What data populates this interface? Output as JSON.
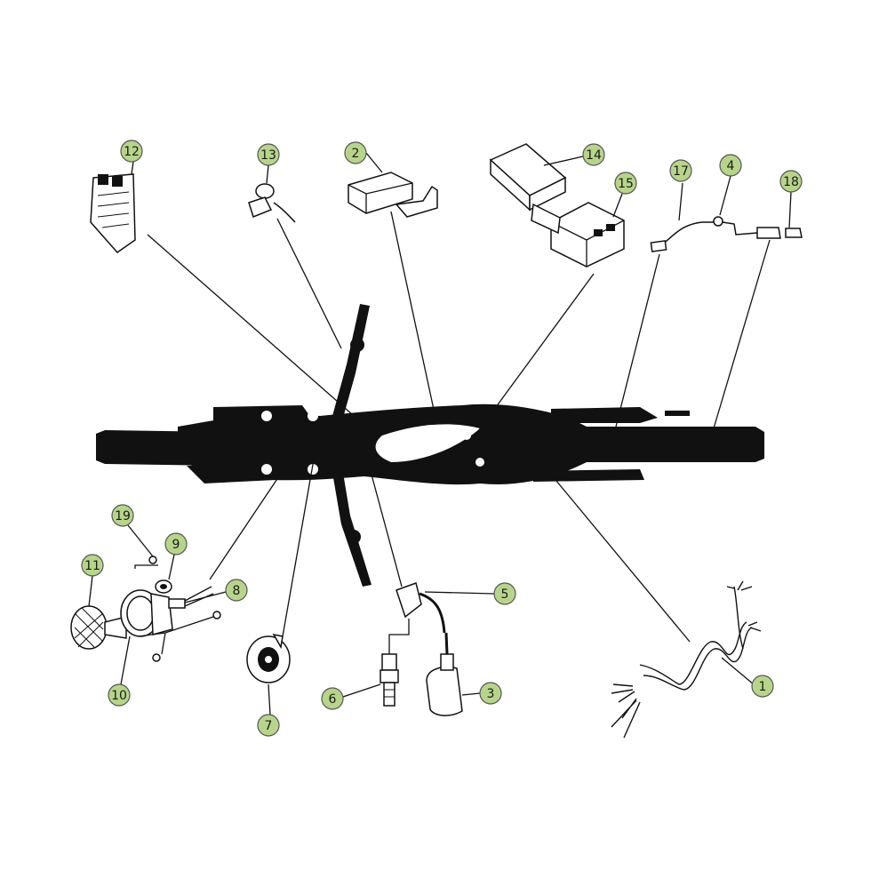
{
  "callouts": [
    {
      "number": "1"
    },
    {
      "number": "2"
    },
    {
      "number": "3"
    },
    {
      "number": "4"
    },
    {
      "number": "5"
    },
    {
      "number": "6"
    },
    {
      "number": "7"
    },
    {
      "number": "8"
    },
    {
      "number": "9"
    },
    {
      "number": "10"
    },
    {
      "number": "11"
    },
    {
      "number": "12"
    },
    {
      "number": "13"
    },
    {
      "number": "14"
    },
    {
      "number": "15"
    },
    {
      "number": "17"
    },
    {
      "number": "18"
    },
    {
      "number": "19"
    }
  ],
  "colors": {
    "bubble_fill": "#b7d58a",
    "ink": "#111111",
    "background": "#ffffff"
  }
}
